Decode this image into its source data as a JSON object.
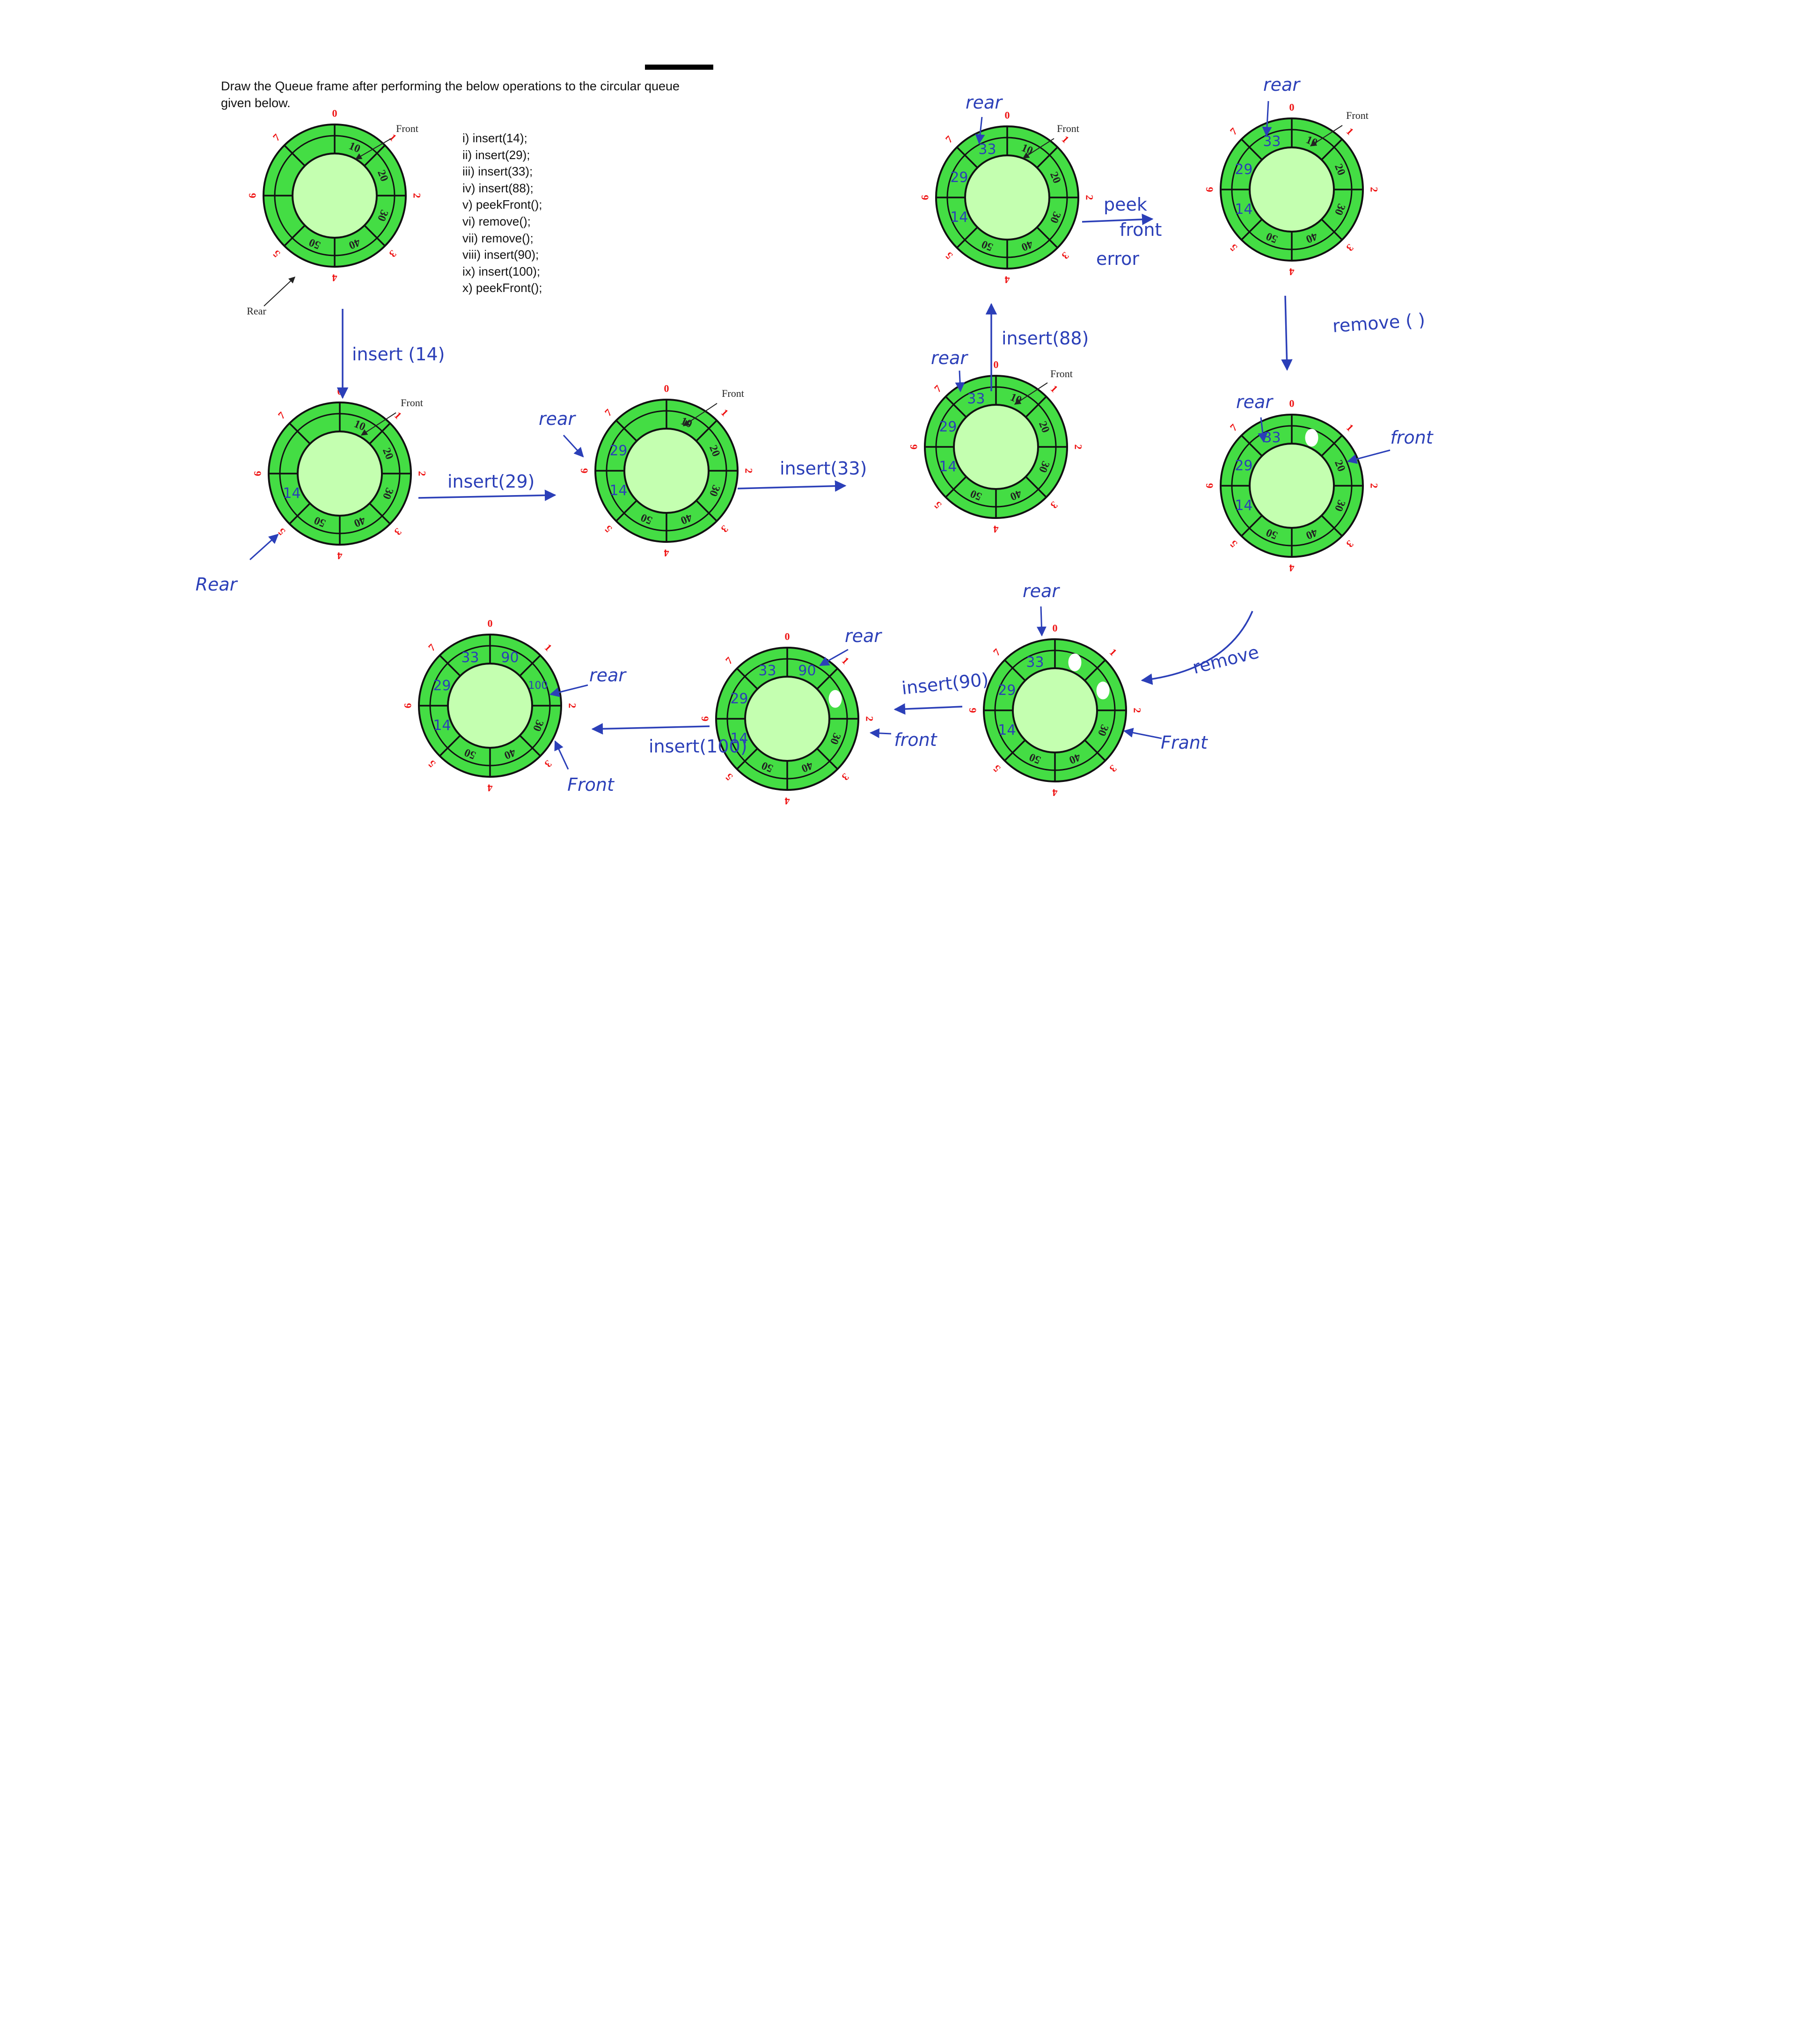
{
  "question": {
    "line1": "Draw the Queue frame after performing the below operations to the circular queue",
    "line2": "given below."
  },
  "operations": [
    "i)    insert(14);",
    "ii)   insert(29);",
    "iii)  insert(33);",
    "iv)   insert(88);",
    "v)    peekFront();",
    "vi)   remove();",
    "vii)  remove();",
    "viii) insert(90);",
    "ix)   insert(100);",
    "x)    peekFront();"
  ],
  "colors": {
    "ring": "#44dd44",
    "hub": "#c4ffb0",
    "index": "#ee1111",
    "ink": "#2b3fb8",
    "label": "#222222"
  },
  "diagrams": [
    {
      "slots": [
        {
          "text": "10",
          "hw": false
        },
        {
          "text": "20",
          "hw": false
        },
        {
          "text": "30",
          "hw": false
        },
        {
          "text": "40",
          "hw": false
        },
        {
          "text": "50",
          "hw": false
        },
        {
          "text": "",
          "hw": false
        },
        {
          "text": "",
          "hw": false
        },
        {
          "text": "",
          "hw": false
        }
      ],
      "labels": [
        {
          "text": "Front",
          "hw": false
        },
        {
          "text": "Rear",
          "hw": false
        }
      ]
    },
    {
      "slots": [
        {
          "text": "10",
          "hw": false
        },
        {
          "text": "20",
          "hw": false
        },
        {
          "text": "30",
          "hw": false
        },
        {
          "text": "40",
          "hw": false
        },
        {
          "text": "50",
          "hw": false
        },
        {
          "text": "14",
          "hw": true
        },
        {
          "text": "",
          "hw": false
        },
        {
          "text": "",
          "hw": false
        }
      ],
      "labels": [
        {
          "text": "Front",
          "hw": false
        },
        {
          "text": "Rear",
          "hw": true
        }
      ]
    },
    {
      "slots": [
        {
          "text": "10",
          "hw": false
        },
        {
          "text": "20",
          "hw": false
        },
        {
          "text": "30",
          "hw": false
        },
        {
          "text": "40",
          "hw": false
        },
        {
          "text": "50",
          "hw": false
        },
        {
          "text": "14",
          "hw": true
        },
        {
          "text": "29",
          "hw": true
        },
        {
          "text": "",
          "hw": false
        }
      ],
      "labels": [
        {
          "text": "Front",
          "hw": false
        },
        {
          "text": "rear",
          "hw": true
        }
      ]
    },
    {
      "slots": [
        {
          "text": "10",
          "hw": false
        },
        {
          "text": "20",
          "hw": false
        },
        {
          "text": "30",
          "hw": false
        },
        {
          "text": "40",
          "hw": false
        },
        {
          "text": "50",
          "hw": false
        },
        {
          "text": "14",
          "hw": true
        },
        {
          "text": "29",
          "hw": true
        },
        {
          "text": "33",
          "hw": true
        }
      ],
      "labels": [
        {
          "text": "Front",
          "hw": false
        },
        {
          "text": "rear",
          "hw": true
        }
      ]
    },
    {
      "slots": [
        {
          "text": "10",
          "hw": false
        },
        {
          "text": "20",
          "hw": false
        },
        {
          "text": "30",
          "hw": false
        },
        {
          "text": "40",
          "hw": false
        },
        {
          "text": "50",
          "hw": false
        },
        {
          "text": "14",
          "hw": true
        },
        {
          "text": "29",
          "hw": true
        },
        {
          "text": "33",
          "hw": true
        }
      ],
      "labels": [
        {
          "text": "Front",
          "hw": false
        },
        {
          "text": "rear",
          "hw": true
        }
      ]
    },
    {
      "slots": [
        {
          "text": "10",
          "hw": false
        },
        {
          "text": "20",
          "hw": false
        },
        {
          "text": "30",
          "hw": false
        },
        {
          "text": "40",
          "hw": false
        },
        {
          "text": "50",
          "hw": false
        },
        {
          "text": "14",
          "hw": true
        },
        {
          "text": "29",
          "hw": true
        },
        {
          "text": "33",
          "hw": true
        }
      ],
      "labels": [
        {
          "text": "Front",
          "hw": false
        },
        {
          "text": "rear",
          "hw": true
        }
      ]
    },
    {
      "slots": [
        {
          "text": "",
          "hw": false
        },
        {
          "text": "20",
          "hw": false
        },
        {
          "text": "30",
          "hw": false
        },
        {
          "text": "40",
          "hw": false
        },
        {
          "text": "50",
          "hw": false
        },
        {
          "text": "14",
          "hw": true
        },
        {
          "text": "29",
          "hw": true
        },
        {
          "text": "33",
          "hw": true
        }
      ],
      "labels": [
        {
          "text": "front",
          "hw": true
        },
        {
          "text": "rear",
          "hw": true
        }
      ]
    },
    {
      "slots": [
        {
          "text": "",
          "hw": false
        },
        {
          "text": "",
          "hw": false
        },
        {
          "text": "30",
          "hw": false
        },
        {
          "text": "40",
          "hw": false
        },
        {
          "text": "50",
          "hw": false
        },
        {
          "text": "14",
          "hw": true
        },
        {
          "text": "29",
          "hw": true
        },
        {
          "text": "33",
          "hw": true
        }
      ],
      "labels": [
        {
          "text": "Frant",
          "hw": true
        },
        {
          "text": "rear",
          "hw": true
        }
      ]
    },
    {
      "slots": [
        {
          "text": "90",
          "hw": true
        },
        {
          "text": "",
          "hw": false
        },
        {
          "text": "30",
          "hw": false
        },
        {
          "text": "40",
          "hw": false
        },
        {
          "text": "50",
          "hw": false
        },
        {
          "text": "14",
          "hw": true
        },
        {
          "text": "29",
          "hw": true
        },
        {
          "text": "33",
          "hw": true
        }
      ],
      "labels": [
        {
          "text": "front",
          "hw": true
        },
        {
          "text": "rear",
          "hw": true
        }
      ]
    },
    {
      "slots": [
        {
          "text": "90",
          "hw": true
        },
        {
          "text": "100",
          "hw": true
        },
        {
          "text": "30",
          "hw": false
        },
        {
          "text": "40",
          "hw": false
        },
        {
          "text": "50",
          "hw": false
        },
        {
          "text": "14",
          "hw": true
        },
        {
          "text": "29",
          "hw": true
        },
        {
          "text": "33",
          "hw": true
        }
      ],
      "labels": [
        {
          "text": "Front",
          "hw": true
        },
        {
          "text": "rear",
          "hw": true
        }
      ]
    }
  ],
  "annotations": [
    {
      "text": "insert (14)"
    },
    {
      "text": "insert(29)"
    },
    {
      "text": "insert(33)"
    },
    {
      "text": "insert(88)"
    },
    {
      "text": "peek"
    },
    {
      "text": "front"
    },
    {
      "text": "error"
    },
    {
      "text": "remove ( )"
    },
    {
      "text": "remove"
    },
    {
      "text": "insert(90)"
    },
    {
      "text": "insert(100)"
    }
  ]
}
